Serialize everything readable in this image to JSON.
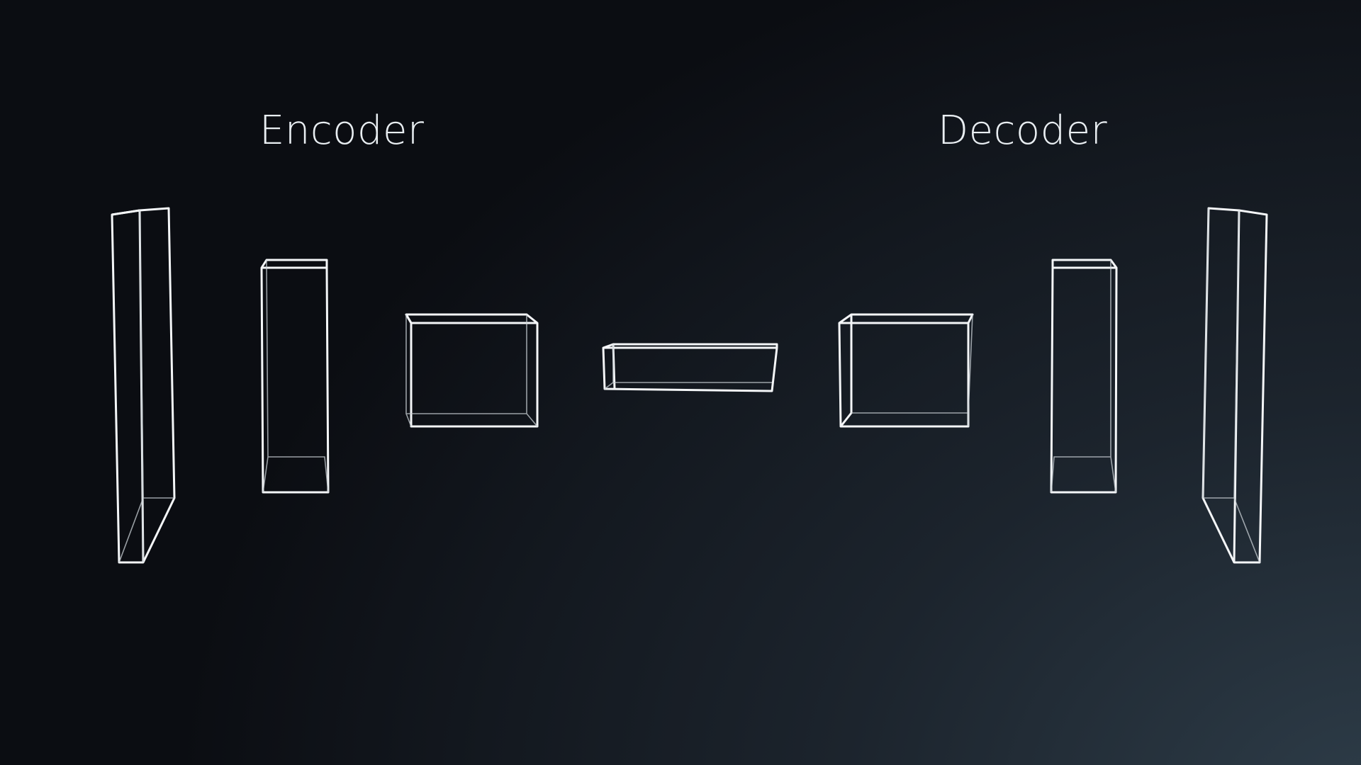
{
  "labels": {
    "encoder": "Encoder",
    "decoder": "Decoder"
  },
  "colors": {
    "background_dark": "#0b0d12",
    "background_light": "#2e3d49",
    "stroke": "#f4f6f8",
    "text": "#e9eef2"
  },
  "layers": [
    {
      "group": "encoder",
      "name": "encoder-layer-1"
    },
    {
      "group": "encoder",
      "name": "encoder-layer-2"
    },
    {
      "group": "encoder",
      "name": "encoder-layer-3"
    },
    {
      "group": "bottleneck",
      "name": "latent-layer"
    },
    {
      "group": "decoder",
      "name": "decoder-layer-3"
    },
    {
      "group": "decoder",
      "name": "decoder-layer-2"
    },
    {
      "group": "decoder",
      "name": "decoder-layer-1"
    }
  ]
}
